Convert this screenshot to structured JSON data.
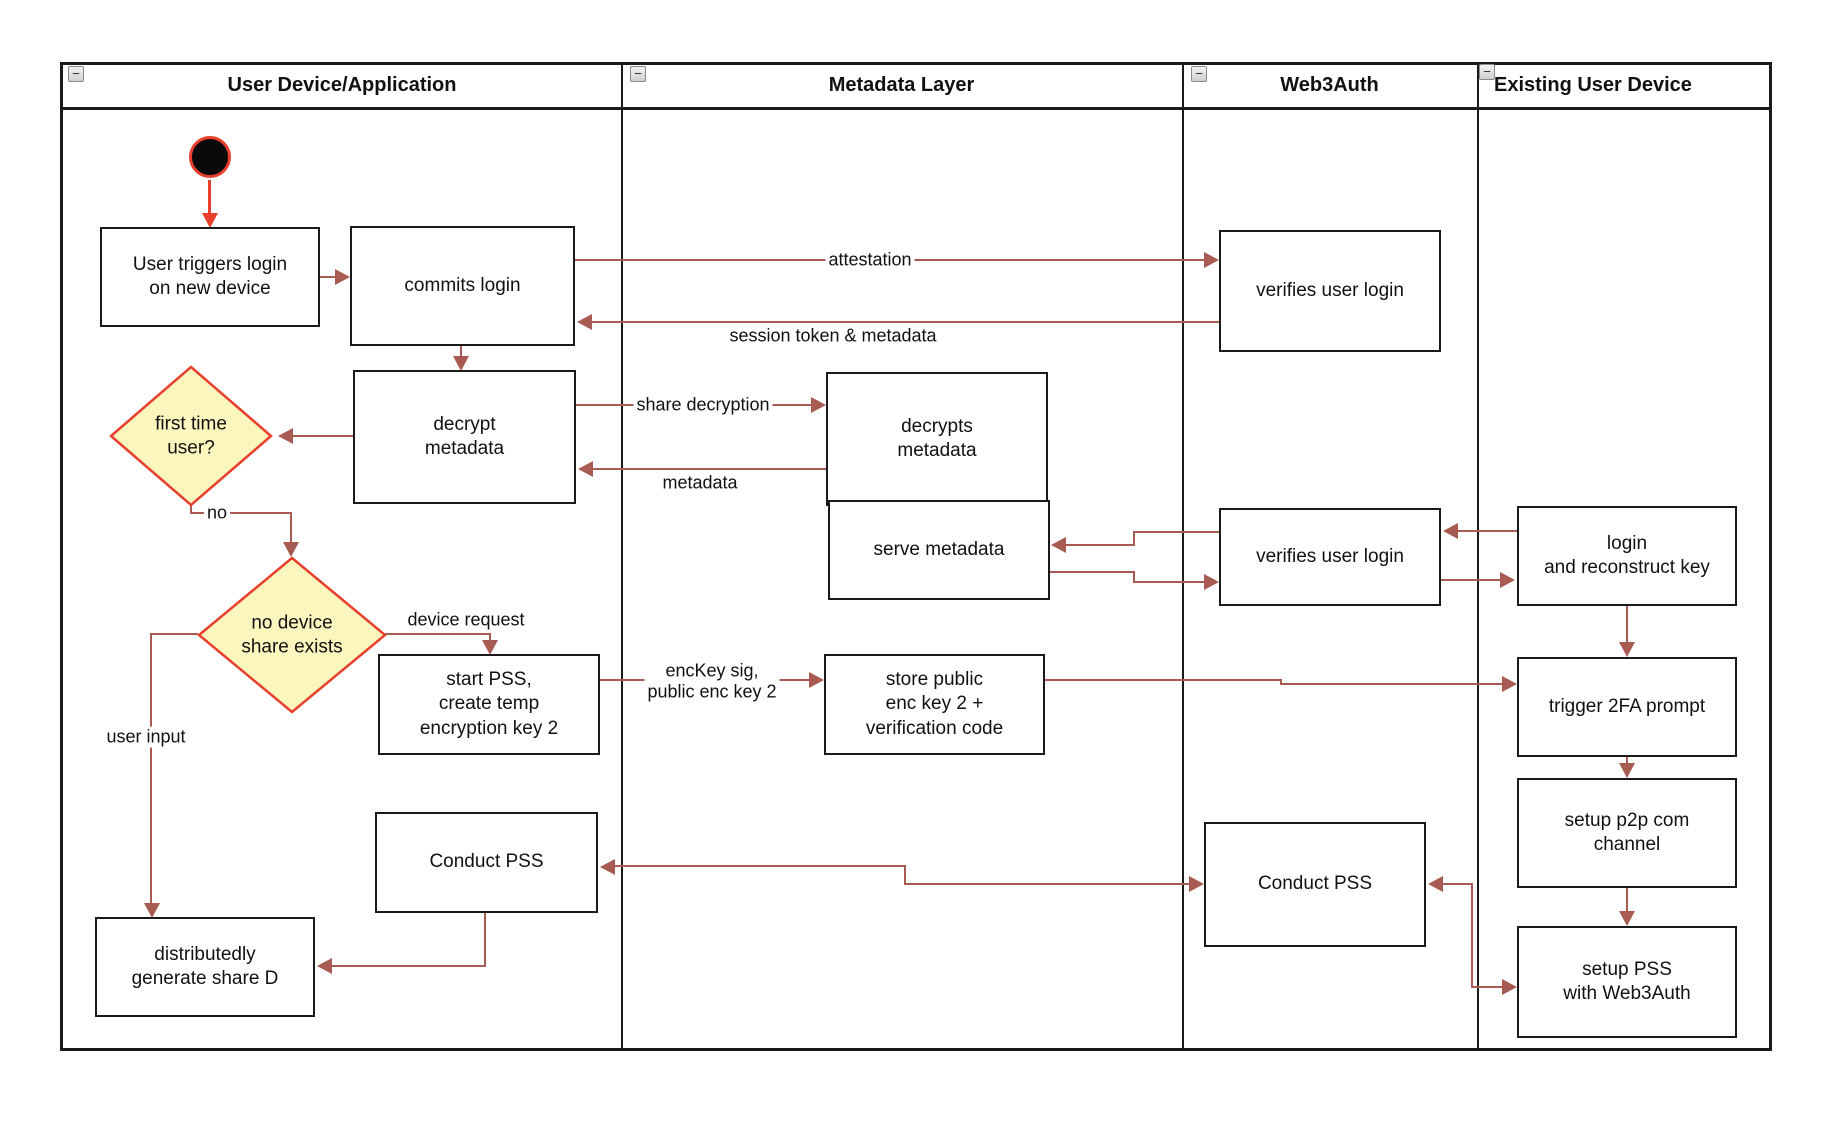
{
  "header": {
    "collapse_icon": "−",
    "lanes": [
      {
        "label": "User Device/Application"
      },
      {
        "label": "Metadata Layer"
      },
      {
        "label": "Web3Auth"
      },
      {
        "label": "Existing User Device"
      }
    ]
  },
  "nodes": {
    "user_triggers": "User triggers login\non new device",
    "commits": "commits login",
    "verifies1": "verifies user login",
    "decrypt": "decrypt\nmetadata",
    "decrypts": "decrypts\nmetadata",
    "first_time": "first time\nuser?",
    "serve": "serve metadata",
    "verifies2": "verifies user login",
    "login_reconstruct": "login\nand reconstruct key",
    "no_device": "no device\nshare exists",
    "start_pss": "start PSS,\ncreate temp\nencryption key 2",
    "store_public": "store public\nenc key 2 +\nverification code",
    "trigger_2fa": "trigger 2FA prompt",
    "setup_p2p": "setup p2p com\nchannel",
    "conduct_pss_1": "Conduct PSS",
    "conduct_pss_3": "Conduct PSS",
    "setup_pss": "setup PSS\nwith Web3Auth",
    "distributed": "distributedly\ngenerate share D"
  },
  "edge_labels": {
    "attestation": "attestation",
    "session_token": "session token & metadata",
    "share_decryption": "share decryption",
    "metadata": "metadata",
    "no": "no",
    "device_request": "device request",
    "enckey": "encKey sig,\npublic enc key 2",
    "user_input": "user input"
  },
  "colors": {
    "arrow": "#A85B52",
    "accent_red": "#E8402C",
    "diamond_fill": "#FBF6BE",
    "diamond_border": "#E8402C",
    "node_border": "#1A1A1A"
  }
}
